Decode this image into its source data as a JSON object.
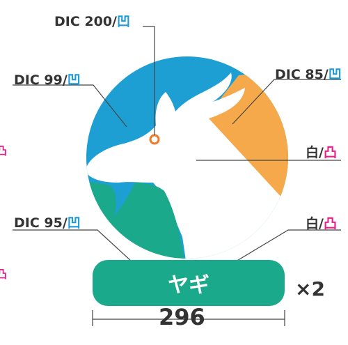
{
  "labels": {
    "top_code": "DIC 200/",
    "top_mark": "凹",
    "upper_left_code": "DIC 99/",
    "upper_left_mark": "凹",
    "upper_right_code": "DIC 85/",
    "upper_right_mark": "凹",
    "right_mid_code": "白/",
    "right_mid_mark": "凸",
    "lower_left_code": "DIC 95/",
    "lower_left_mark": "凹",
    "lower_right_code": "白/",
    "lower_right_mark": "凸",
    "edge_mark_1": "凸",
    "edge_mark_2": "凸"
  },
  "plate": {
    "text": "ヤギ"
  },
  "quantity": "×2",
  "dimension": "296",
  "colors": {
    "blue": "#1d9fd4",
    "orange": "#f5a94b",
    "teal": "#1aa98b",
    "white": "#ffffff",
    "eye": "#f07a2a",
    "mark_blue": "#1e9bd7",
    "mark_pink": "#e0218a"
  }
}
